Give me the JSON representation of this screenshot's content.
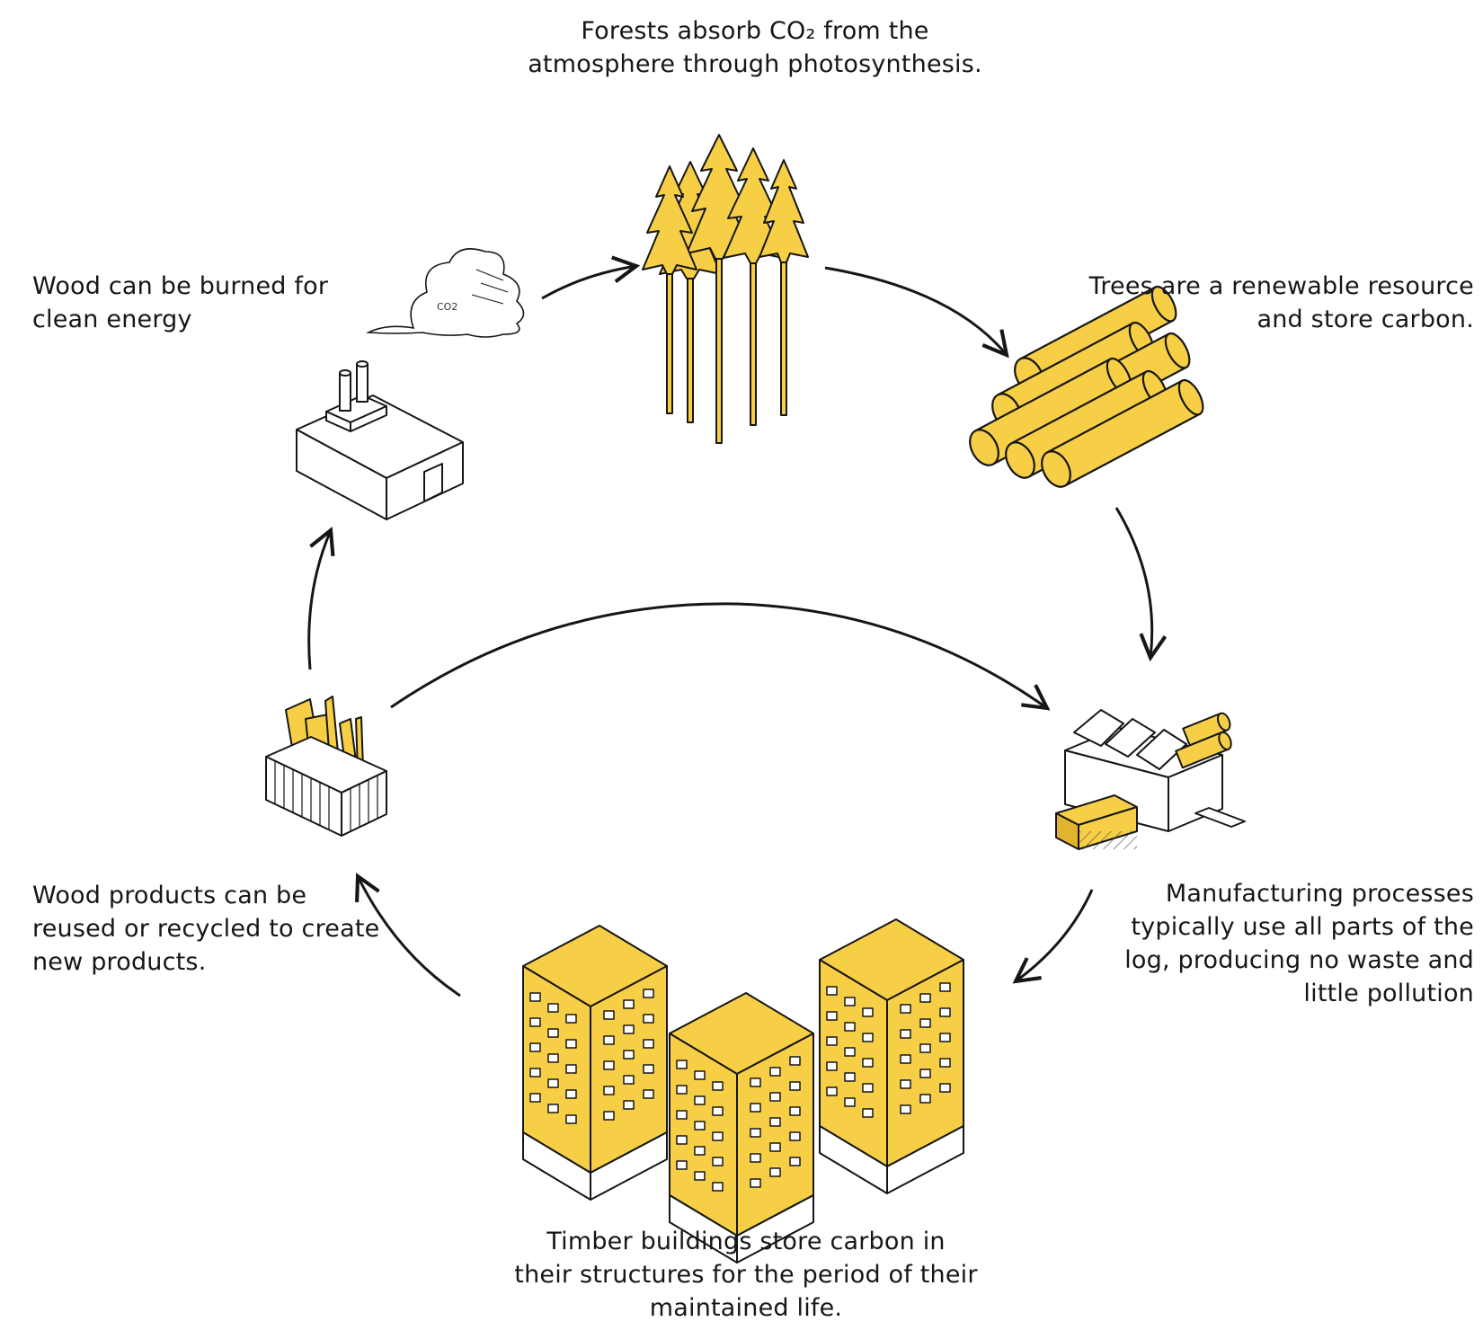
{
  "colors": {
    "yellow": "#F7CF46",
    "yellow_dark": "#E0B431",
    "ink": "#161616",
    "background": "#FFFFFF"
  },
  "labels": {
    "forests": "Forests absorb CO₂ from the\natmosphere through photosynthesis.",
    "trees": "Trees are a renewable resource\nand store carbon.",
    "manufacturing": "Manufacturing processes\ntypically use all parts of the\nlog, producing no waste and\nlittle pollution",
    "buildings": "Timber buildings store carbon in\ntheir structures for the period of their\nmaintained life.",
    "products": "Wood products can be\nreused or recycled to create\nnew products.",
    "burned": "Wood can be burned for\nclean energy",
    "cloud_text": "CO2"
  },
  "icons": [
    "forest-icon",
    "logs-icon",
    "sawmill-icon",
    "timber-buildings-icon",
    "recycling-bin-icon",
    "power-plant-icon",
    "co2-cloud-icon"
  ]
}
